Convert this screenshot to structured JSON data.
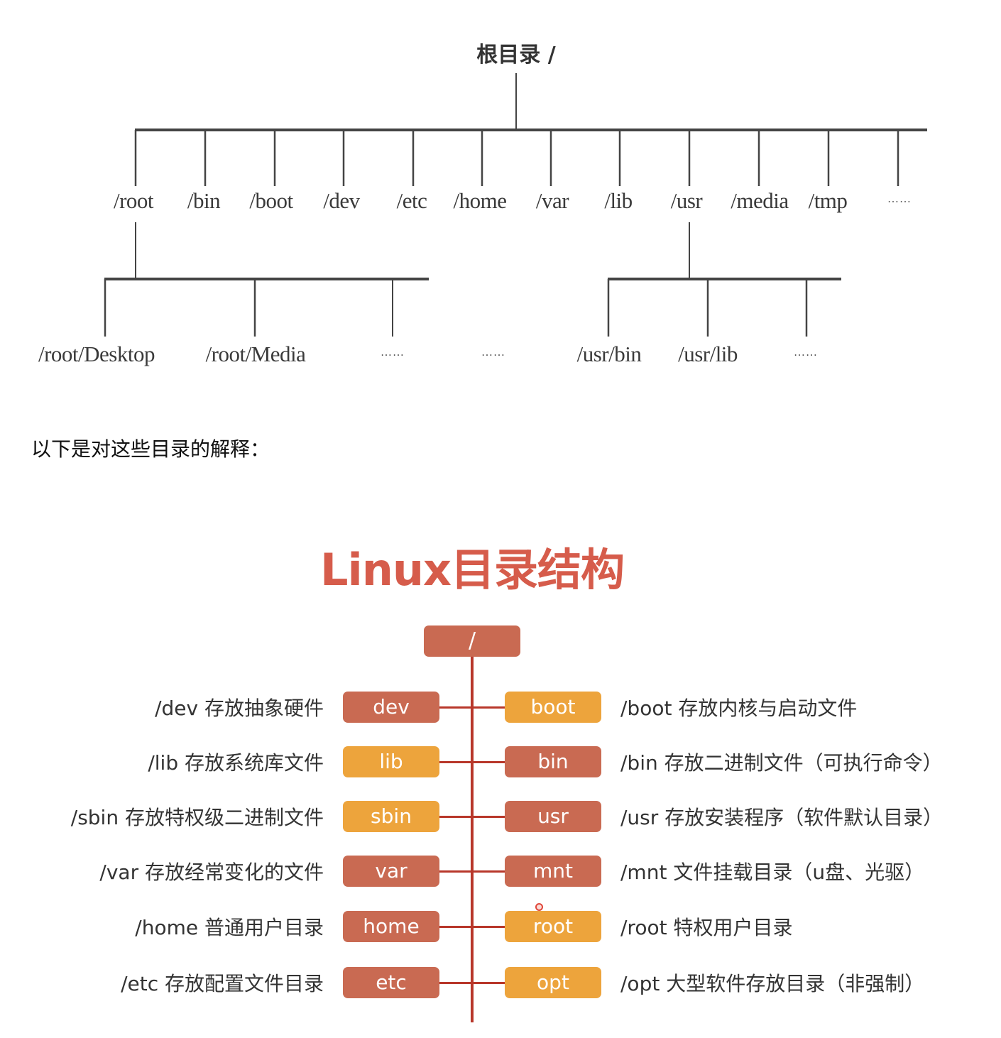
{
  "tree": {
    "root_label": "根目录 /",
    "level1": [
      "/root",
      "/bin",
      "/boot",
      "/dev",
      "/etc",
      "/home",
      "/var",
      "/lib",
      "/usr",
      "/media",
      "/tmp",
      "……"
    ],
    "root_children": [
      "/root/Desktop",
      "/root/Media",
      "……"
    ],
    "between_ellipsis": "……",
    "usr_children": [
      "/usr/bin",
      "/usr/lib",
      "……"
    ]
  },
  "intro": "以下是对这些目录的解释：",
  "linux_diagram": {
    "title": "Linux目录结构",
    "root_node": "/",
    "colors": {
      "red": "#c96a52",
      "orange": "#eda43c",
      "line": "#b8372a",
      "title": "#d65c4b"
    },
    "rows": [
      {
        "left": {
          "name": "dev",
          "color": "red",
          "desc": "/dev 存放抽象硬件"
        },
        "right": {
          "name": "boot",
          "color": "orange",
          "desc": "/boot 存放内核与启动文件"
        }
      },
      {
        "left": {
          "name": "lib",
          "color": "orange",
          "desc": "/lib 存放系统库文件"
        },
        "right": {
          "name": "bin",
          "color": "red",
          "desc": "/bin 存放二进制文件（可执行命令）"
        }
      },
      {
        "left": {
          "name": "sbin",
          "color": "orange",
          "desc": "/sbin 存放特权级二进制文件"
        },
        "right": {
          "name": "usr",
          "color": "red",
          "desc": "/usr 存放安装程序（软件默认目录）"
        }
      },
      {
        "left": {
          "name": "var",
          "color": "red",
          "desc": "/var 存放经常变化的文件"
        },
        "right": {
          "name": "mnt",
          "color": "red",
          "desc": "/mnt 文件挂载目录（u盘、光驱）"
        }
      },
      {
        "left": {
          "name": "home",
          "color": "red",
          "desc": "/home 普通用户目录"
        },
        "right": {
          "name": "root",
          "color": "orange",
          "desc": "/root 特权用户目录"
        }
      },
      {
        "left": {
          "name": "etc",
          "color": "red",
          "desc": "/etc 存放配置文件目录"
        },
        "right": {
          "name": "opt",
          "color": "orange",
          "desc": "/opt 大型软件存放目录（非强制）"
        }
      }
    ]
  }
}
